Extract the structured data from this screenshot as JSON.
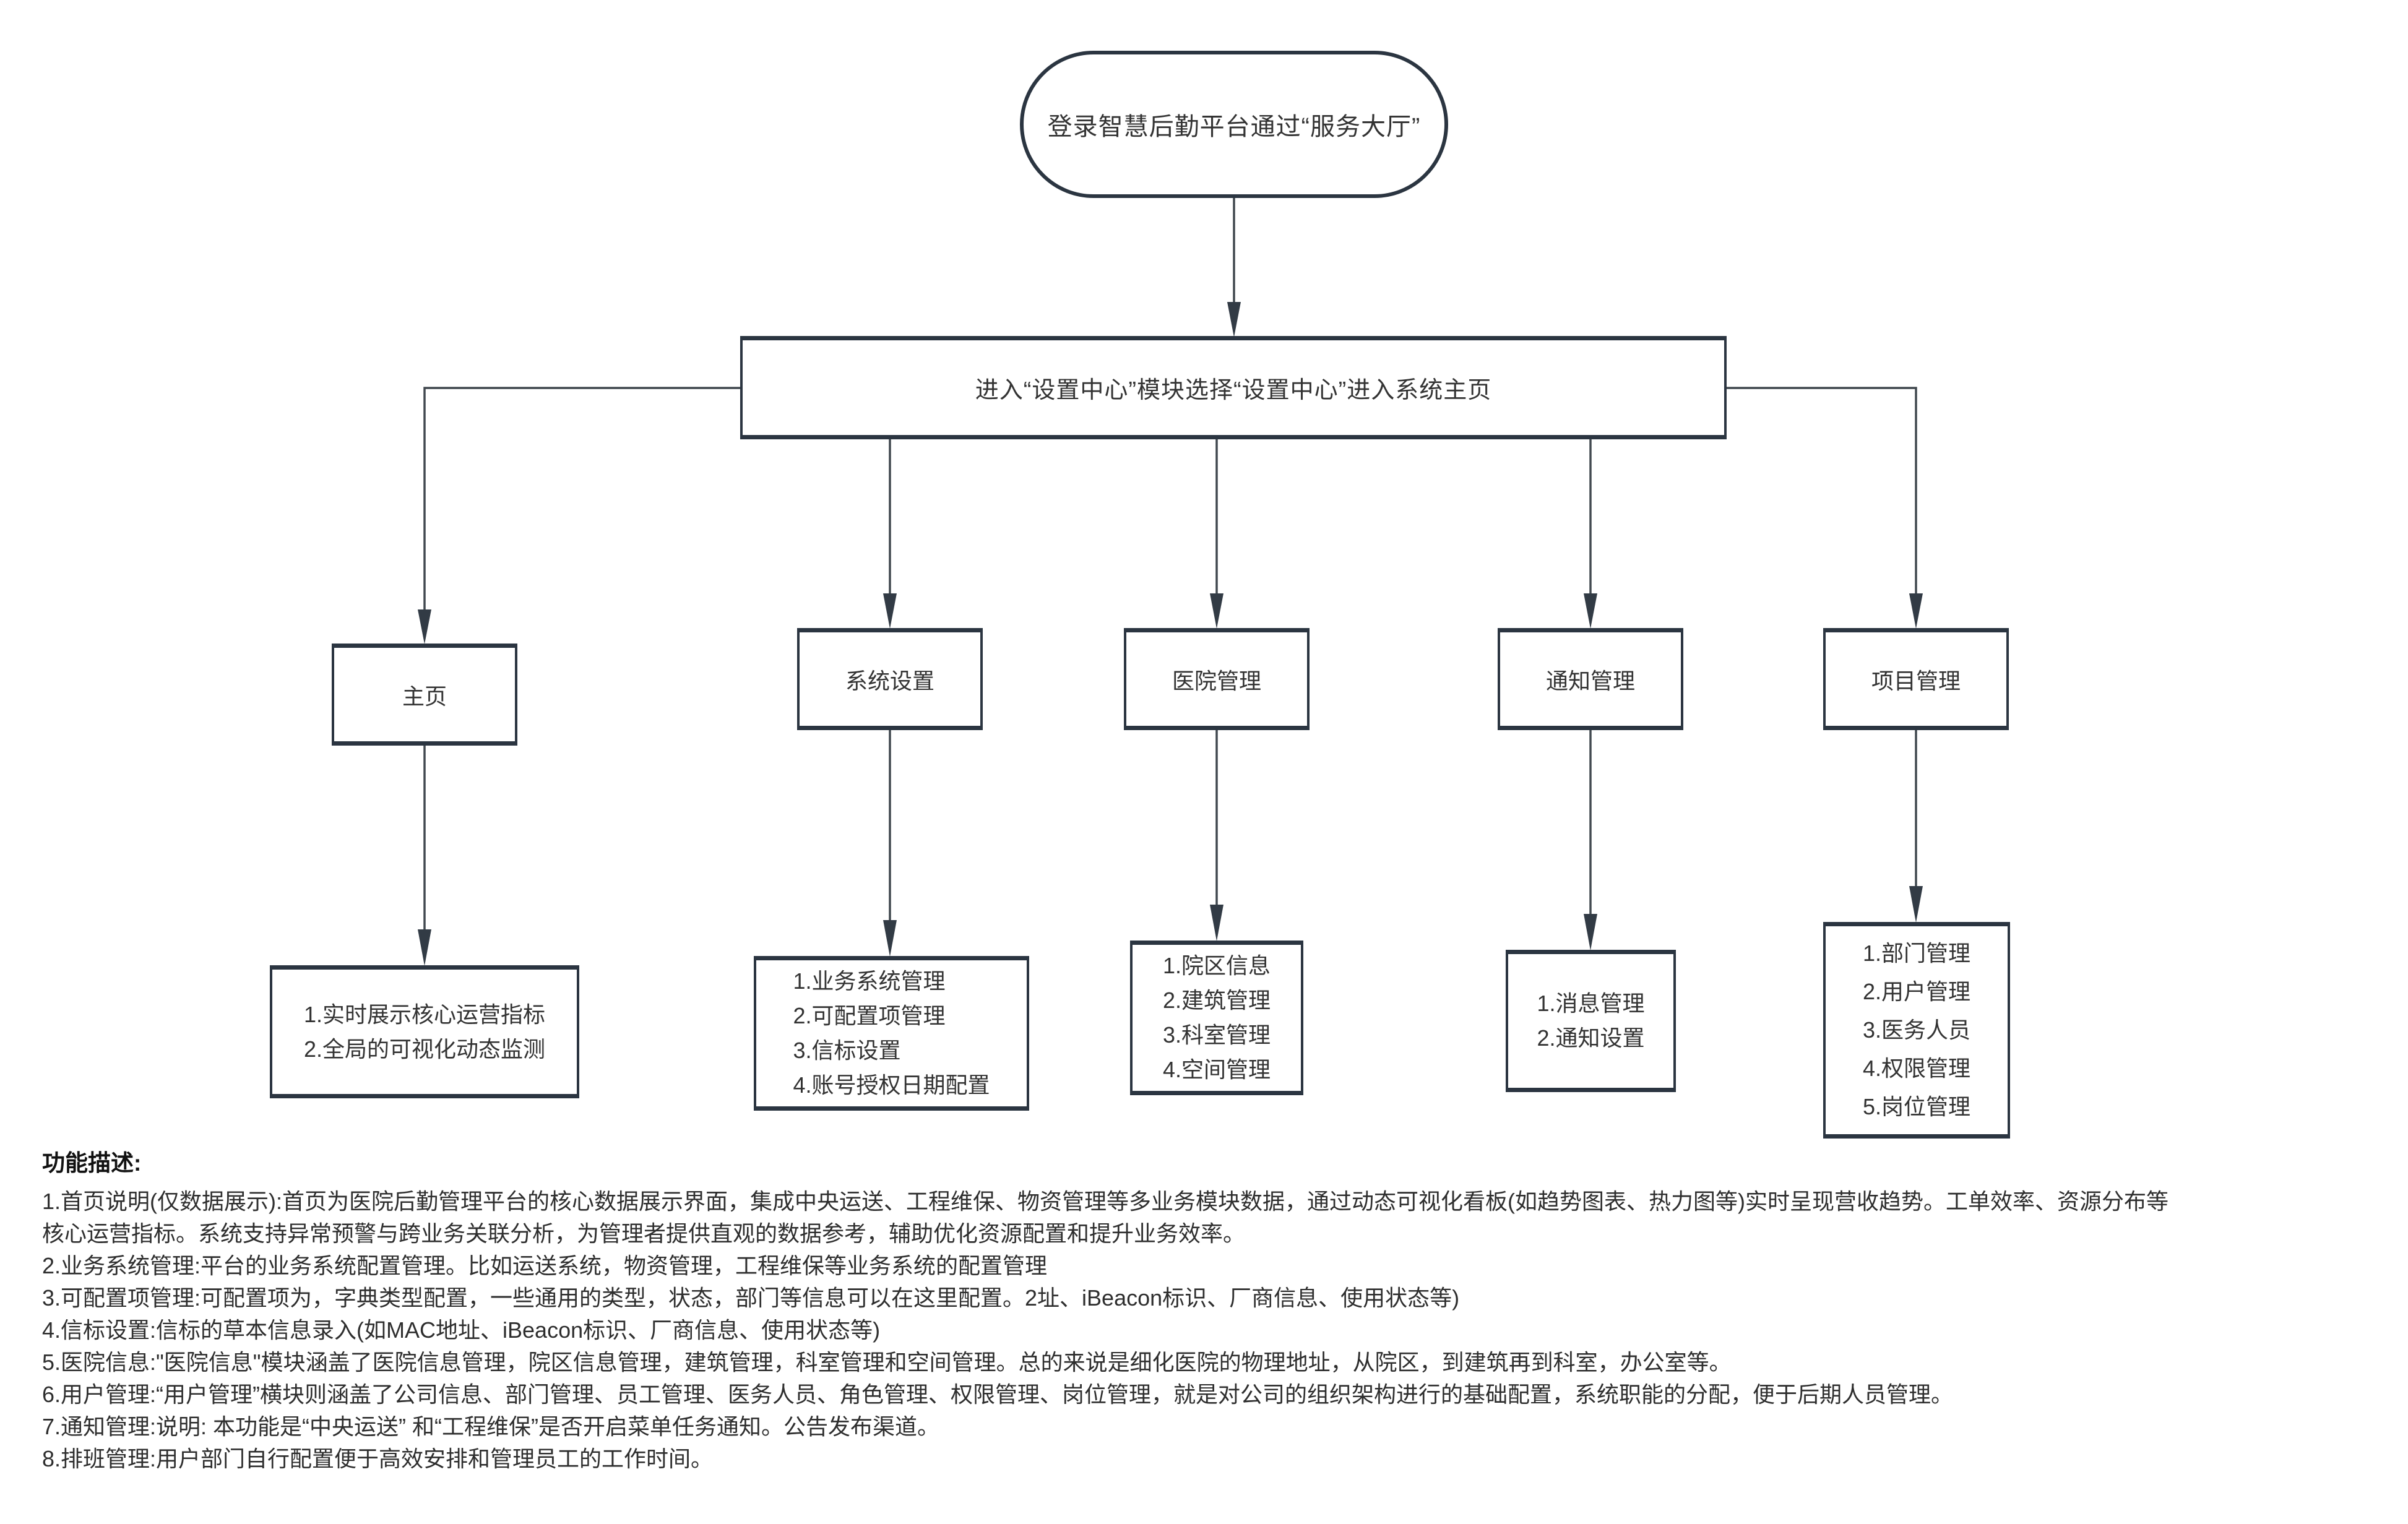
{
  "flowchart": {
    "start_label": "登录智慧后勤平台通过“服务大厅”",
    "main_label": "进入“设置中心”模块选择“设置中心”进入系统主页",
    "branches": [
      {
        "label": "主页",
        "details": [
          "1.实时展示核心运营指标",
          "2.全局的可视化动态监测"
        ]
      },
      {
        "label": "系统设置",
        "details": [
          "1.业务系统管理",
          "2.可配置项管理",
          "3.信标设置",
          "4.账号授权日期配置"
        ]
      },
      {
        "label": "医院管理",
        "details": [
          "1.院区信息",
          "2.建筑管理",
          "3.科室管理",
          "4.空间管理"
        ]
      },
      {
        "label": "通知管理",
        "details": [
          "1.消息管理",
          "2.通知设置"
        ]
      },
      {
        "label": "项目管理",
        "details": [
          "1.部门管理",
          "2.用户管理",
          "3.医务人员",
          "4.权限管理",
          "5.岗位管理"
        ]
      }
    ]
  },
  "description": {
    "heading": "功能描述:",
    "lines": [
      "1.首页说明(仅数据展示):首页为医院后勤管理平台的核心数据展示界面，集成中央运送、工程维保、物资管理等多业务模块数据，通过动态可视化看板(如趋势图表、热力图等)实时呈现营收趋势。工单效率、资源分布等",
      "核心运营指标。系统支持异常预警与跨业务关联分析，为管理者提供直观的数据参考，辅助优化资源配置和提升业务效率。",
      "2.业务系统管理:平台的业务系统配置管理。比如运送系统，物资管理，工程维保等业务系统的配置管理",
      "3.可配置项管理:可配置项为，字典类型配置，一些通用的类型，状态，部门等信息可以在这里配置。2址、iBeacon标识、厂商信息、使用状态等)",
      "4.信标设置:信标的草本信息录入(如MAC地址、iBeacon标识、厂商信息、使用状态等)",
      "5.医院信息:\"医院信息\"模块涵盖了医院信息管理，院区信息管理，建筑管理，科室管理和空间管理。总的来说是细化医院的物理地址，从院区，到建筑再到科室，办公室等。",
      "6.用户管理:“用户管理”横块则涵盖了公司信息、部门管理、员工管理、医务人员、角色管理、权限管理、岗位管理，就是对公司的组织架构进行的基础配置，系统职能的分配，便于后期人员管理。",
      "7.通知管理:说明: 本功能是“中央运送” 和“工程维保”是否开启菜单任务通知。公告发布渠道。",
      "8.排班管理:用户部门自行配置便于高效安排和管理员工的工作时间。"
    ]
  },
  "colors": {
    "background": "#ffffff",
    "node_border": "#2b3541",
    "connector_line": "#40484f",
    "text": "#333333"
  }
}
